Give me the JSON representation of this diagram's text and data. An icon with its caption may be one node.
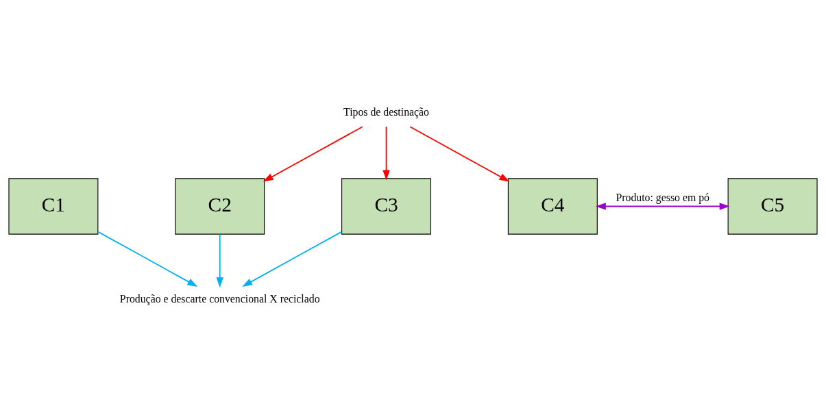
{
  "diagram": {
    "nodes": [
      {
        "text": [
          "Tipos de destinação"
        ]
      },
      {
        "text": [
          "C1"
        ]
      },
      {
        "text": [
          "C2"
        ]
      },
      {
        "text": [
          "C3"
        ]
      },
      {
        "text": [
          "C4"
        ]
      },
      {
        "text": [
          "C5"
        ]
      },
      {
        "text": [
          "Produção e descarte convencional X reciclado"
        ]
      }
    ],
    "edges": [
      {
        "from": 0,
        "to": 2,
        "arrow": "to",
        "color": "#ff0000"
      },
      {
        "from": 0,
        "to": 3,
        "arrow": "to",
        "color": "#ff0000"
      },
      {
        "from": 0,
        "to": 4,
        "arrow": "to",
        "color": "#ff0000"
      },
      {
        "from": 1,
        "to": 6,
        "arrow": "to",
        "color": "#00b0f0"
      },
      {
        "from": 2,
        "to": 6,
        "arrow": "to",
        "color": "#00b0f0"
      },
      {
        "from": 3,
        "to": 6,
        "arrow": "to",
        "color": "#00b0f0"
      },
      {
        "from": 4,
        "to": 5,
        "arrow": "both",
        "label": "Produto: gesso em pó",
        "color": "#9900cc"
      }
    ]
  }
}
